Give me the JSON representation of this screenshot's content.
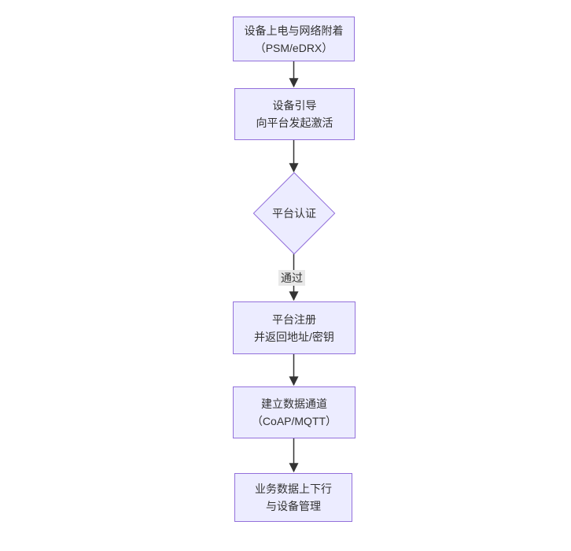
{
  "diagram": {
    "type": "flowchart-vertical",
    "colors": {
      "background": "#ffffff",
      "node_fill": "#ECECFF",
      "node_border": "#9370DB",
      "edge_color": "#333333",
      "text_color": "#333333",
      "edge_label_bg": "#e8e8e8"
    },
    "nodes": [
      {
        "id": "power-attach",
        "shape": "rect",
        "lines": [
          "设备上电与网络附着",
          "（PSM/eDRX）"
        ]
      },
      {
        "id": "bootstrap",
        "shape": "rect",
        "lines": [
          "设备引导",
          "向平台发起激活"
        ]
      },
      {
        "id": "platform-auth",
        "shape": "diamond",
        "lines": [
          "平台认证"
        ]
      },
      {
        "id": "platform-register",
        "shape": "rect",
        "lines": [
          "平台注册",
          "并返回地址/密钥"
        ]
      },
      {
        "id": "data-channel",
        "shape": "rect",
        "lines": [
          "建立数据通道",
          "（CoAP/MQTT）"
        ]
      },
      {
        "id": "business-data",
        "shape": "rect",
        "lines": [
          "业务数据上下行",
          "与设备管理"
        ]
      }
    ],
    "edges": [
      {
        "from": "power-attach",
        "to": "bootstrap",
        "label": ""
      },
      {
        "from": "bootstrap",
        "to": "platform-auth",
        "label": ""
      },
      {
        "from": "platform-auth",
        "to": "platform-register",
        "label": "通过"
      },
      {
        "from": "platform-register",
        "to": "data-channel",
        "label": ""
      },
      {
        "from": "data-channel",
        "to": "business-data",
        "label": ""
      }
    ]
  }
}
